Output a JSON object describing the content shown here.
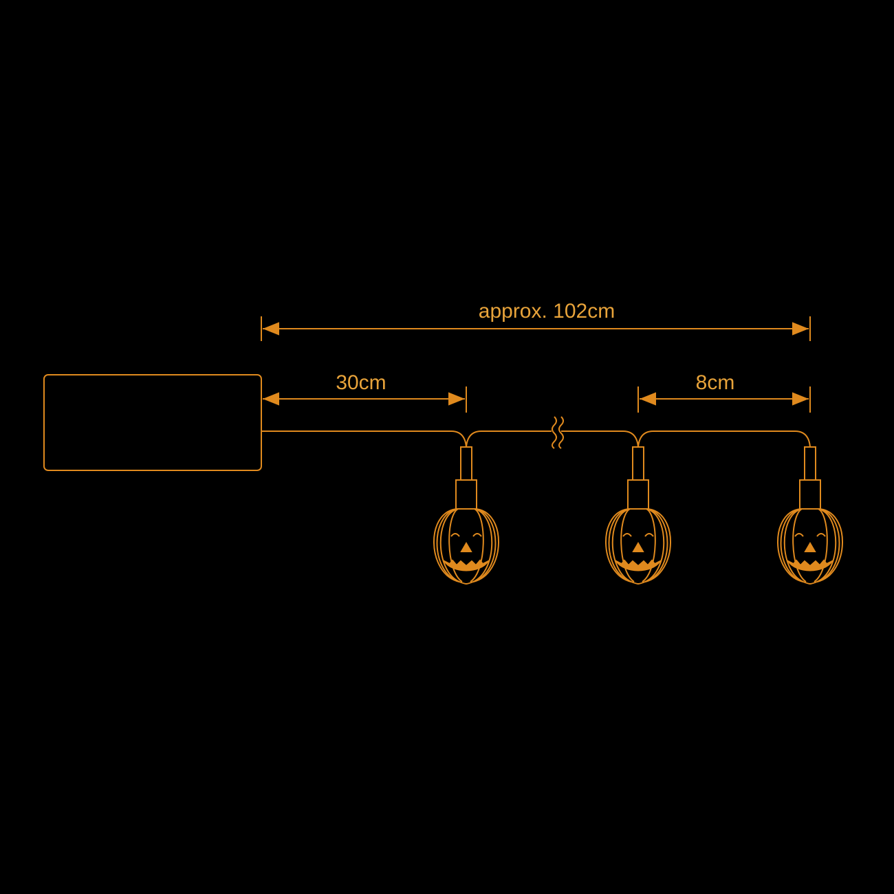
{
  "colors": {
    "background": "#000000",
    "line": "#e08a1e",
    "text": "#e8a33a"
  },
  "dimensions": {
    "total": "approx. 102cm",
    "lead": "30cm",
    "spacing": "8cm"
  },
  "components": {
    "battery_box": "battery-box",
    "pumpkin_count": 3,
    "wire_break": "wire-break-symbol"
  }
}
